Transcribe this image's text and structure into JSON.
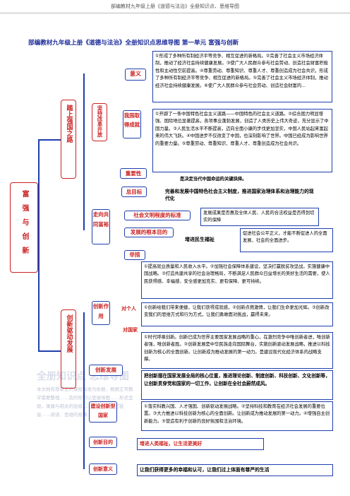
{
  "header": "部编教材九年级上册《道德与法治》全册知识点、思维导图",
  "title": "部编教材九年级上册《道德与法治》全册知识点思维导图  第一单元  富强与创新",
  "root": "富强与创新",
  "branches": {
    "b1": "踏上强国之路",
    "b1_sub": "坚持改革开放",
    "b2": "创新驱动发展"
  },
  "yiyi": {
    "label": "意义",
    "text": "①形成了多种所有制经济平等竞争、相互促进的新格局。②完善了社会主义市场经济体制，推动了经济社会持续健康发展。③使广大人民群众参与社会劳动、创造社会财富积极性和主动性空前提高。④尊重劳动、尊重知识、尊重人才、尊重创造成为社会共识，形成了多种所有制经济平等竞争、相互促进的新格局。⑤完善了社会主义市场经济体制，推动经济社会持续健康发展。⑥使广大人民群众参与社会劳动、创造社会财富的..."
  },
  "chengjiu": {
    "label": "我国取得成就",
    "text": "①开辟了一条中国特色社会主义道路——中国特色的社会主义道路。②综合国力明显增强、国际地位显著提高，各项事业蓬勃发展，创造了人类历史上伟大奇迹，充分显示了中国力量。③人民生活水平不断提高，迈向全面小康的步伐更加坚实，中国人民站起来富起来的伟大飞跃。④中国进步不仅改变了中国，也深刻影响了世界。中国已经成为影响世界的重要力量。⑤尊重劳动、尊重知识、尊重人才、尊重创造成为社会共识。"
  },
  "zhongyao": {
    "label": "重要性",
    "text": "是决定当代中国命运的关键抉择。"
  },
  "zongmubiao": {
    "label": "总目标",
    "text": "完善和发展中国特色社会主义制度，推进国家治理体系和治理能力的现代化"
  },
  "gongtong": {
    "label": "走向共同富裕",
    "biaozhun": "社会文明程度的标准",
    "biaozhun_text": "发展成果是否惠及全体人民、人民的合法权益是否得到切实的保障",
    "mudi": "发展的根本目的",
    "mudi_a": "增进民生福祉",
    "mudi_b": "促进社会公平正义，才能不断促进人的全面发展、社会的全面进步。",
    "jucuo": "举措",
    "jucuo_text": "①提高就业质量和人民收入水平。②加强社会保障体系建设，坚决打赢脱贫攻坚战，实施健康中国战略。③打造共建共享的社会治理格局，不断满足人民群众日益增长的美好生活的需要，使人民获得感、幸福感、安全感更加充实、更有保障、更可持续。"
  },
  "chuangxin": {
    "label": "创新作用",
    "duiren": "对个人",
    "duiren_text": "①创新给我们带来便捷，让我们获得成就感，②创新点燃激情，让我们生命更加光辉。③创新改变我们的思维方式和行为方式，让我们勇敢面对挑战，赢得未来。",
    "duiguo": "对国家",
    "duiguo_text": "①时代呼唤创新。创新已成为世界主要国家发展战略的重心，在激烈竞争中唯创新者进，唯创新者强，唯创新者胜。②创新发展是中华民族走向国际舞台，实施创新驱动发展战略，推进以科技创新为核心的全面创新。让创新成为推动发展的第一动力。是建设现代化经济体系的战略支撑。"
  },
  "fazhan": {
    "label": "创新发展",
    "text": "把创新摆在国家发展全局的核心位置，推进理论创新、制度创新、科技创新、文化创新等，让创新贯穿党和国家的一切工作，让创新在全社会蔚然成风。"
  },
  "jianshe": {
    "label": "建设创新型国家",
    "text": "①落实科教兴国、人才强国、创新驱动发展战略。②坚持科技和教育在经济社会发展的重要位置。③大力推进以科技创新为核心的全面创新。让创新成为推动发展的第一动力。④增强自主创新能力。⑤营造有利于创新的良好氛围和法治环境。"
  },
  "mudi": {
    "label": "创新目的",
    "text": "增进人类福祉，让生活更美好"
  },
  "yiyi2": {
    "label": "创新意义",
    "text": "让我们获得更多的幸福和认可，让我们过上体面有尊严的生活"
  },
  "watermark": {
    "title": "全册知识点  思维导图",
    "sub": "本文档有部审定的课程标准为依据，根据正常教学需要整理……及的知识以思维导图……形式呈现，录属与相关的层级……色等建立记忆链接……阅读、思维的规律……"
  }
}
